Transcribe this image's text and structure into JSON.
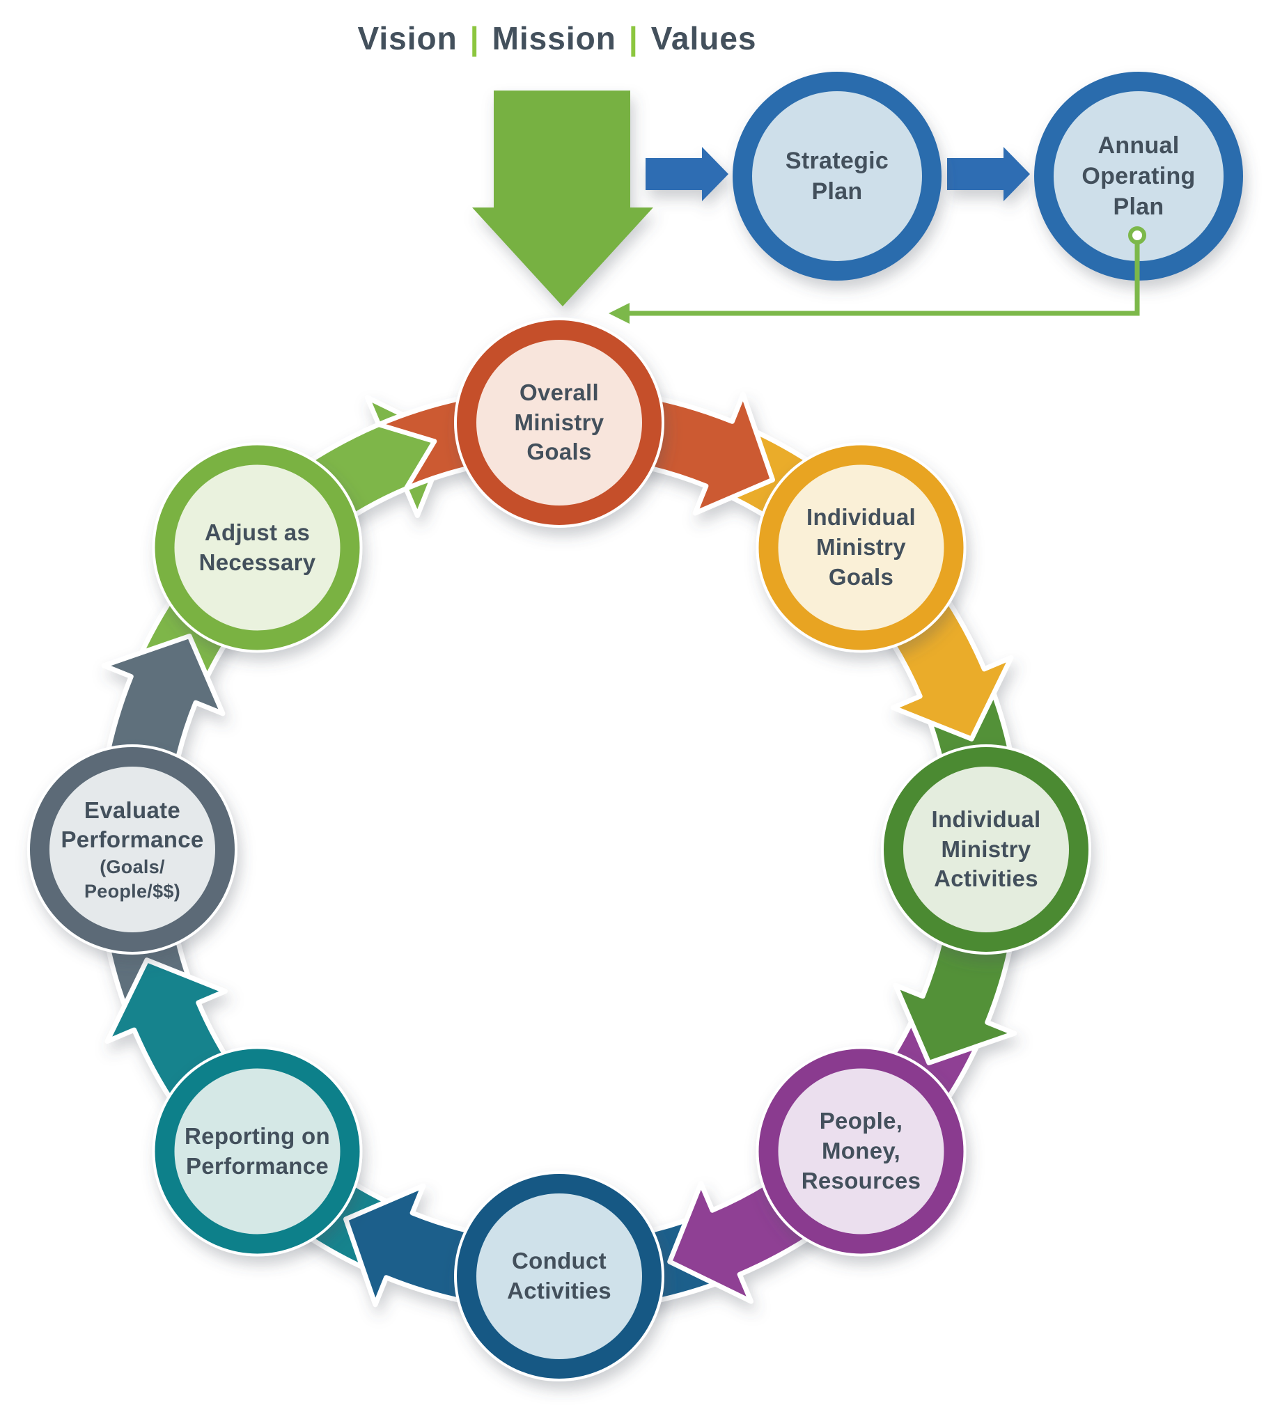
{
  "title": {
    "parts": [
      "Vision",
      "Mission",
      "Values"
    ],
    "separator": "|",
    "pipe_color": "#8CC63F"
  },
  "colors": {
    "background": "#FFFFFF",
    "label_text": "#43505C",
    "flow_green": "#77B143",
    "flow_blue": "#2E6DB3",
    "feedback_green": "#7CB84A"
  },
  "top_flow": {
    "nodes": [
      {
        "id": "strategic-plan",
        "label": [
          "Strategic",
          "Plan"
        ],
        "ring": "#2B6CAD",
        "fill": "#CEDFEA"
      },
      {
        "id": "annual-operating-plan",
        "label": [
          "Annual",
          "Operating",
          "Plan"
        ],
        "ring": "#2B6CAD",
        "fill": "#CEDFEA"
      }
    ]
  },
  "cycle": {
    "nodes": [
      {
        "id": "overall-ministry-goals",
        "label": [
          "Overall",
          "Ministry",
          "Goals"
        ],
        "ring": "#C5502C",
        "arrow": "#CC5A31",
        "fill": "#F8E5DC"
      },
      {
        "id": "individual-ministry-goals",
        "label": [
          "Individual",
          "Ministry",
          "Goals"
        ],
        "ring": "#E8A424",
        "arrow": "#EAAC2B",
        "fill": "#FAF0D7"
      },
      {
        "id": "individual-ministry-activities",
        "label": [
          "Individual",
          "Ministry",
          "Activities"
        ],
        "ring": "#4C8A32",
        "arrow": "#539138",
        "fill": "#E4EDDE"
      },
      {
        "id": "people-money-resources",
        "label": [
          "People,",
          "Money,",
          "Resources"
        ],
        "ring": "#8A3A8F",
        "arrow": "#8F3F94",
        "fill": "#EBDFEE"
      },
      {
        "id": "conduct-activities",
        "label": [
          "Conduct",
          "Activities"
        ],
        "ring": "#175984",
        "arrow": "#1A5F8B",
        "fill": "#CFE1EA"
      },
      {
        "id": "reporting-on-performance",
        "label": [
          "Reporting on",
          "Performance"
        ],
        "ring": "#10808A",
        "arrow": "#13838D",
        "fill": "#D5E8E6"
      },
      {
        "id": "evaluate-performance",
        "label": [
          "Evaluate",
          "Performance"
        ],
        "sublabel": [
          "(Goals/",
          "People/$$)"
        ],
        "ring": "#5B6B77",
        "arrow": "#5F707C",
        "fill": "#E5E9EB"
      },
      {
        "id": "adjust-as-necessary",
        "label": [
          "Adjust as",
          "Necessary"
        ],
        "ring": "#7AB242",
        "arrow": "#7EB648",
        "fill": "#EAF2DE"
      }
    ]
  }
}
